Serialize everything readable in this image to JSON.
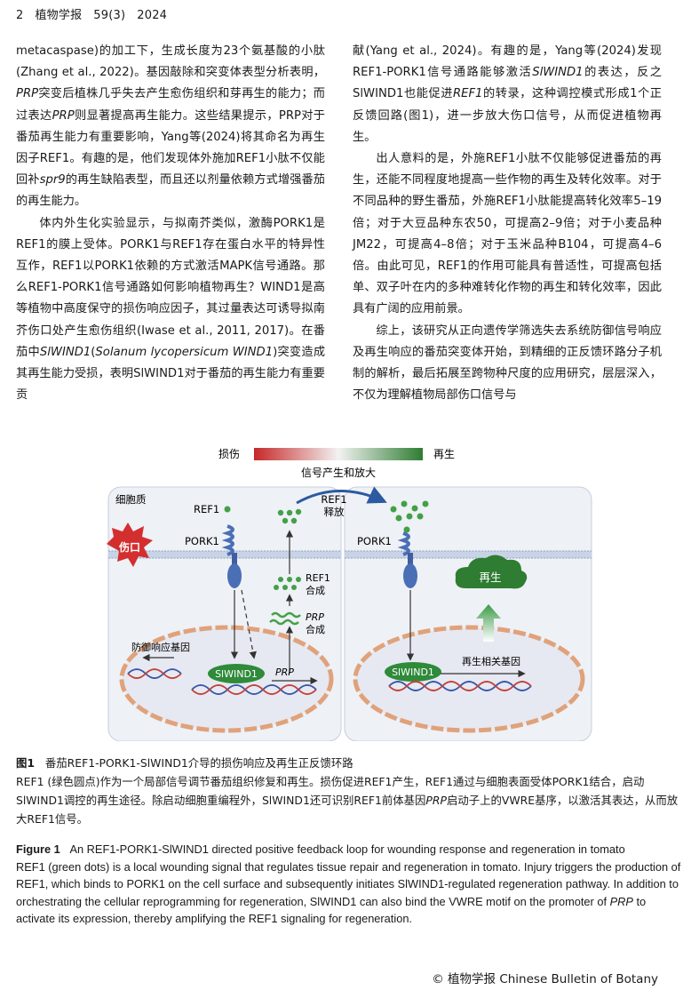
{
  "header": {
    "page": "2",
    "journal": "植物学报",
    "volume": "59(3)",
    "year": "2024"
  },
  "left_column": [
    {
      "indent": false,
      "parts": [
        [
          "metacaspase)的加工下，生成长度为23个氨基酸的小肽(Zhang et al., 2022)。基因敲除和突变体表型分析表明，",
          false
        ],
        [
          "PRP",
          true
        ],
        [
          "突变后植株几乎失去产生愈伤组织和芽再生的能力；而过表达",
          false
        ],
        [
          "PRP",
          true
        ],
        [
          "则显著提高再生能力。这些结果提示，PRP对于番茄再生能力有重要影响，Yang等(2024)将其命名为再生因子REF1。有趣的是，他们发现体外施加REF1小肽不仅能回补",
          false
        ],
        [
          "spr9",
          true
        ],
        [
          "的再生缺陷表型，而且还以剂量依赖方式增强番茄的再生能力。",
          false
        ]
      ]
    },
    {
      "indent": true,
      "parts": [
        [
          "体内外生化实验显示，与拟南芥类似，激酶PORK1是REF1的膜上受体。PORK1与REF1存在蛋白水平的特异性互作，REF1以PORK1依赖的方式激活MAPK信号通路。那么REF1-PORK1信号通路如何影响植物再生？WIND1是高等植物中高度保守的损伤响应因子，其过量表达可诱导拟南芥伤口处产生愈伤组织(Iwase et al., 2011, 2017)。在番茄中",
          false
        ],
        [
          "SlWIND1",
          true
        ],
        [
          "(",
          false
        ],
        [
          "Solanum lycopersicum WIND1",
          true
        ],
        [
          ")突变造成其再生能力受损，表明SlWIND1对于番茄的再生能力有重要贡",
          false
        ]
      ]
    }
  ],
  "right_column": [
    {
      "indent": false,
      "parts": [
        [
          "献(Yang et al., 2024)。有趣的是，Yang等(2024)发现REF1-PORK1信号通路能够激活",
          false
        ],
        [
          "SlWIND1",
          true
        ],
        [
          "的表达，反之SlWIND1也能促进",
          false
        ],
        [
          "REF1",
          true
        ],
        [
          "的转录，这种调控模式形成1个正反馈回路(图1)，进一步放大伤口信号，从而促进植物再生。",
          false
        ]
      ]
    },
    {
      "indent": true,
      "parts": [
        [
          "出人意料的是，外施REF1小肽不仅能够促进番茄的再生，还能不同程度地提高一些作物的再生及转化效率。对于不同品种的野生番茄，外施REF1小肽能提高转化效率5–19倍；对于大豆品种东农50，可提高2–9倍；对于小麦品种JM22，可提高4–8倍；对于玉米品种B104，可提高4–6倍。由此可见，REF1的作用可能具有普适性，可提高包括单、双子叶在内的多种难转化作物的再生和转化效率，因此具有广阔的应用前景。",
          false
        ]
      ]
    },
    {
      "indent": true,
      "parts": [
        [
          "综上，该研究从正向遗传学筛选失去系统防御信号响应及再生响应的番茄突变体开始，到精细的正反馈环路分子机制的解析，最后拓展至跨物种尺度的应用研究，层层深入，不仅为理解植物局部伤口信号与",
          false
        ]
      ]
    }
  ],
  "figure": {
    "gradient_left": "损伤",
    "gradient_right": "再生",
    "gradient_caption": "信号产生和放大",
    "cytoplasm": "细胞质",
    "ref1": "REF1",
    "pork1": "PORK1",
    "pork1_right": "PORK1",
    "wound": "伤口",
    "ref1_release_1": "REF1",
    "ref1_release_2": "释放",
    "ref1_synth_1": "REF1",
    "ref1_synth_2": "合成",
    "prp_synth_1": "PRP",
    "prp_synth_2": "合成",
    "defense_genes": "防御响应基因",
    "slwind1": "SlWIND1",
    "slwind1_right": "SlWIND1",
    "prp_gene": "PRP",
    "regen_genes": "再生相关基因",
    "regeneration": "再生",
    "colors": {
      "damage": "#d32f2f",
      "regen": "#2e7d32",
      "dot": "#43a047",
      "receptor": "#4a6fb5",
      "slwind": "#2f8a3a",
      "cell_bg": "#eef1f6"
    }
  },
  "caption_zh": {
    "label": "图1",
    "title": "番茄REF1-PORK1-SlWIND1介导的损伤响应及再生正反馈环路",
    "body_parts": [
      [
        "REF1 (绿色圆点)作为一个局部信号调节番茄组织修复和再生。损伤促进REF1产生，REF1通过与细胞表面受体PORK1结合，启动SlWIND1调控的再生途径。除启动细胞重编程外，SlWIND1还可识别REF1前体基因",
        false
      ],
      [
        "PRP",
        true
      ],
      [
        "启动子上的VWRE基序，以激活其表达，从而放大REF1信号。",
        false
      ]
    ]
  },
  "caption_en": {
    "label": "Figure 1",
    "title": "An REF1-PORK1-SlWIND1 directed positive feedback loop for wounding response and regeneration in tomato",
    "body_parts": [
      [
        "REF1 (green dots) is a local wounding signal that regulates tissue repair and regeneration in tomato. Injury triggers the production of REF1, which binds to PORK1 on the cell surface and subsequently initiates SlWIND1-regulated regeneration pathway. In addition to orchestrating the cellular reprogramming for regeneration, SlWIND1 can also bind the VWRE motif on the promoter of ",
        false
      ],
      [
        "PRP",
        true
      ],
      [
        " to activate its expression, thereby amplifying the REF1 signaling for regeneration.",
        false
      ]
    ]
  },
  "footer": "© 植物学报  Chinese Bulletin of Botany"
}
